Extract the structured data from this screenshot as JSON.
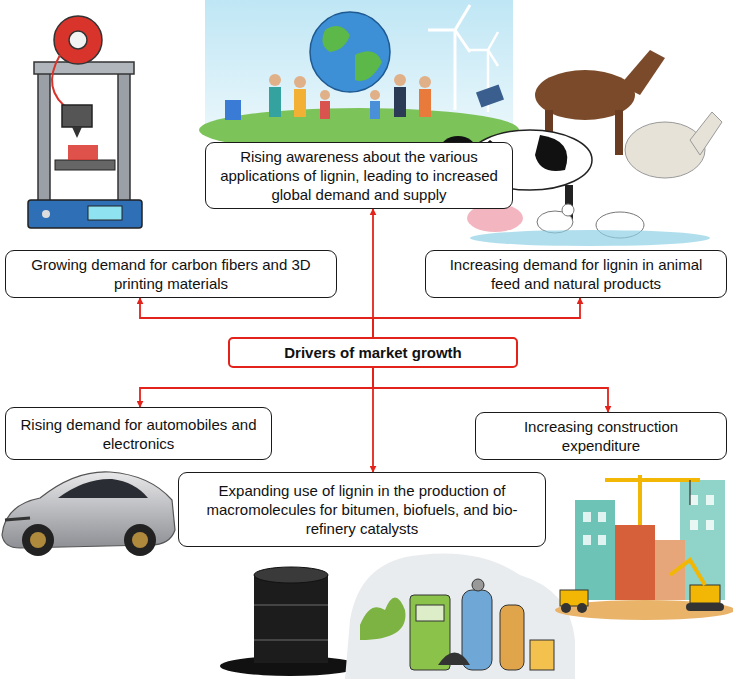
{
  "diagram": {
    "nodes": [
      {
        "text": [
          "Rising awareness about the various applications of lignin, leading to increased global demand and supply"
        ]
      },
      {
        "text": [
          "Growing demand for carbon fibers and 3D printing materials"
        ]
      },
      {
        "text": [
          "Increasing demand for lignin in animal feed and natural products"
        ]
      },
      {
        "text": [
          "Drivers of market growth"
        ]
      },
      {
        "text": [
          "Rising demand for automobiles and electronics"
        ]
      },
      {
        "text": [
          "Increasing construction expenditure"
        ]
      },
      {
        "text": [
          "Expanding use of lignin in the production of macromolecules for bitumen, biofuels, and bio-refinery catalysts"
        ]
      }
    ],
    "edges": [
      {
        "from": 3,
        "to": 0,
        "arrow": "to"
      },
      {
        "from": 3,
        "to": 1,
        "arrow": "to"
      },
      {
        "from": 3,
        "to": 2,
        "arrow": "to"
      },
      {
        "from": 3,
        "to": 4,
        "arrow": "to"
      },
      {
        "from": 3,
        "to": 5,
        "arrow": "to"
      },
      {
        "from": 3,
        "to": 6,
        "arrow": "to"
      }
    ]
  }
}
